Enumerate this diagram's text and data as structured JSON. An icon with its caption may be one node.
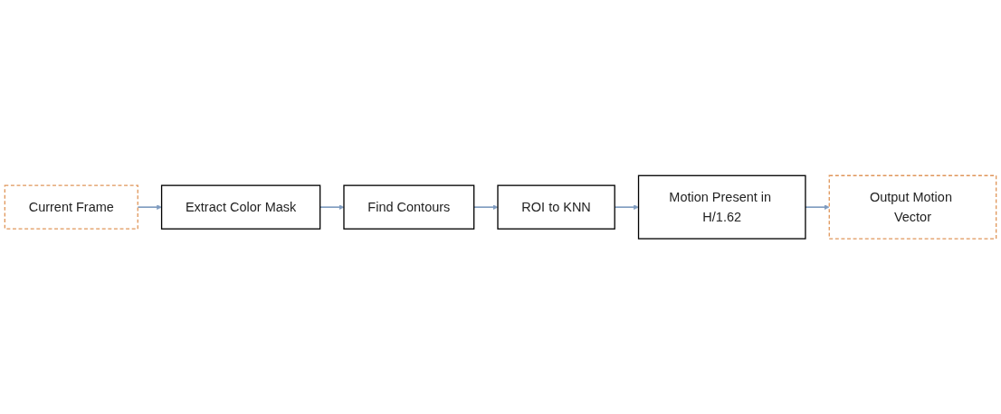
{
  "diagram": {
    "nodes": [
      {
        "text": [
          "Current Frame"
        ]
      },
      {
        "text": [
          "Extract Color Mask"
        ]
      },
      {
        "text": [
          "Find Contours"
        ]
      },
      {
        "text": [
          "ROI to KNN"
        ]
      },
      {
        "text": [
          "Motion Present in H/1.62"
        ]
      },
      {
        "text": [
          "Output Motion Vector"
        ]
      }
    ],
    "edges": [
      {
        "from": 0,
        "to": 1,
        "arrow": "to"
      },
      {
        "from": 1,
        "to": 2,
        "arrow": "to"
      },
      {
        "from": 2,
        "to": 3,
        "arrow": "to"
      },
      {
        "from": 3,
        "to": 4,
        "arrow": "to"
      },
      {
        "from": 4,
        "to": 5,
        "arrow": "to"
      }
    ]
  }
}
